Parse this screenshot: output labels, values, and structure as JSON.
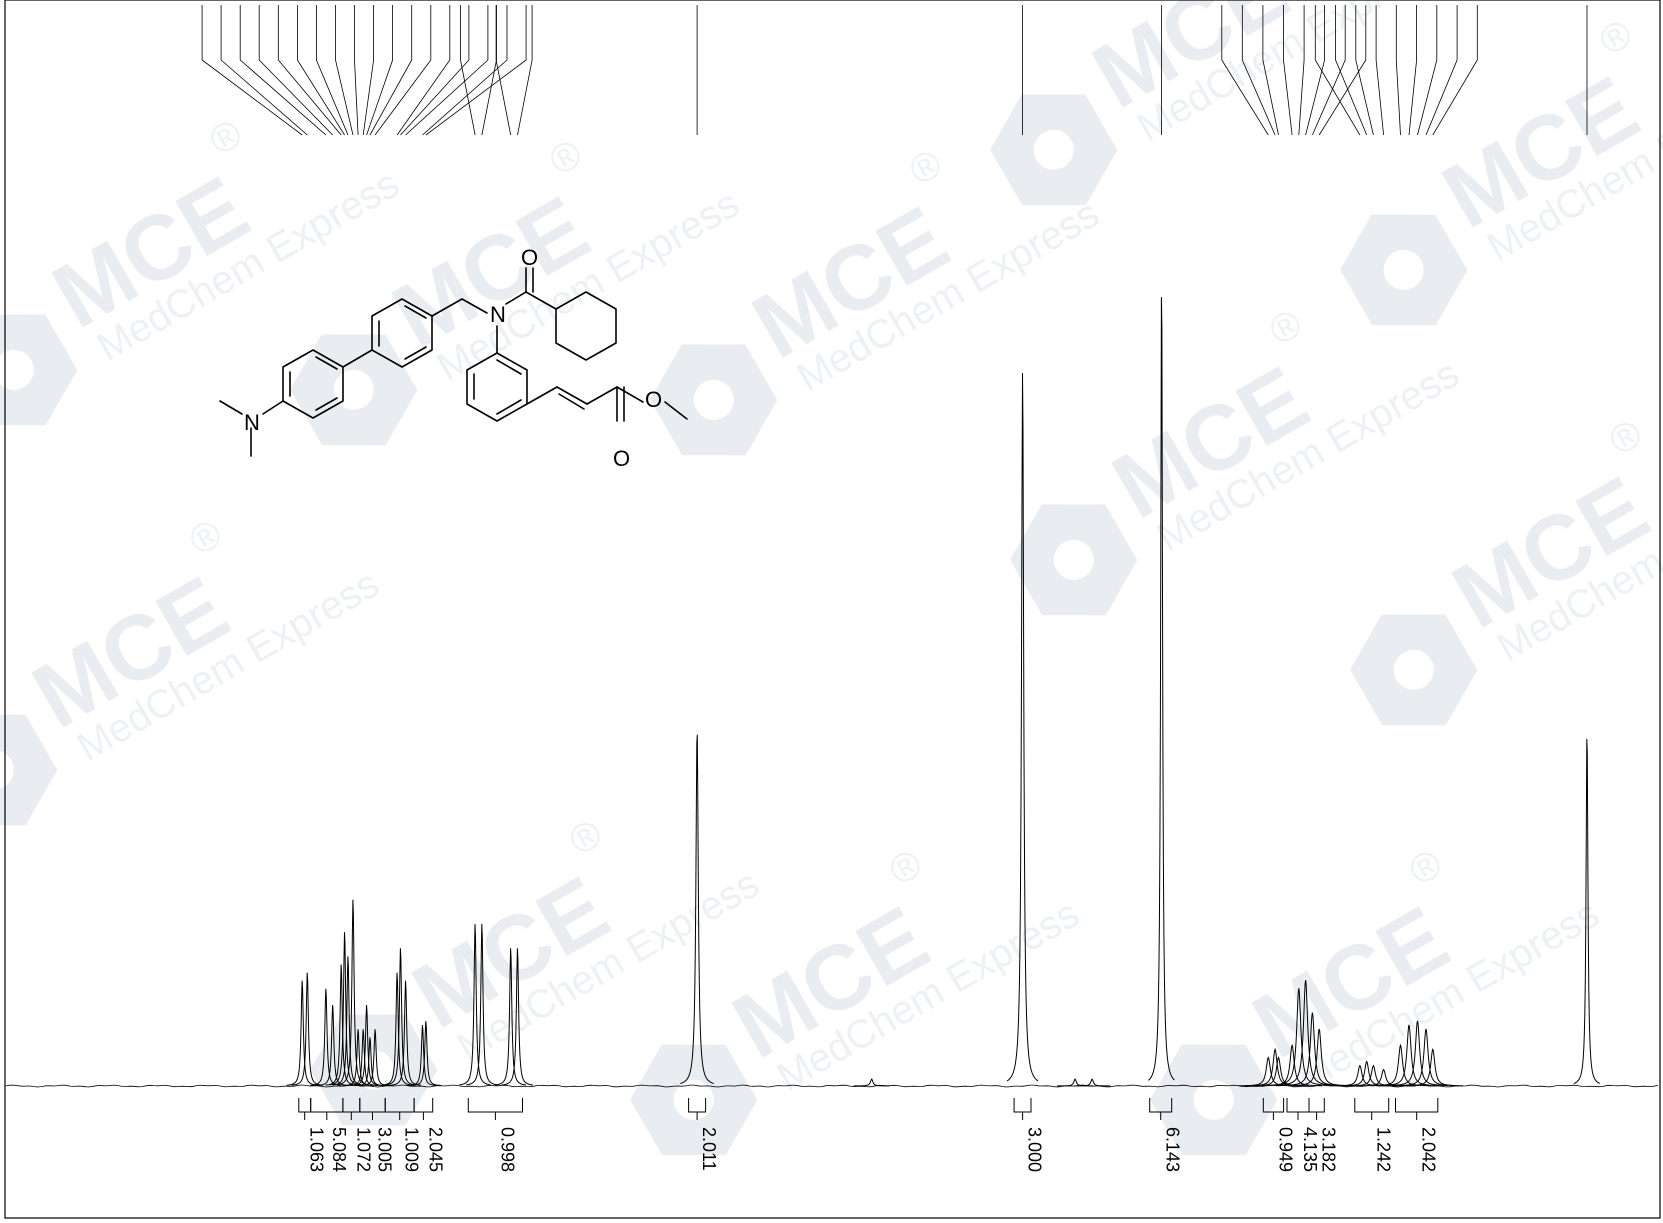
{
  "chart_data": {
    "type": "line",
    "title": "",
    "xlabel": "",
    "ylabel": "",
    "x_axis": {
      "reversed": true,
      "unit": "ppm",
      "tick_labels_shown": false
    },
    "grid": false,
    "legend": "none",
    "watermark": {
      "brand": "MCE",
      "sub": "MedChem Express",
      "mark": "®",
      "color": "#e9ecf1"
    },
    "structure_atoms": [
      "O",
      "N",
      "N",
      "O",
      "O"
    ],
    "peaks": [
      {
        "x": 0.0,
        "height": 0.44,
        "width": 2.2
      },
      {
        "x": 0.91,
        "height": 0.045,
        "width": 5
      },
      {
        "x": 0.95,
        "height": 0.07,
        "width": 5
      },
      {
        "x": 1.0,
        "height": 0.08,
        "width": 5
      },
      {
        "x": 1.05,
        "height": 0.075,
        "width": 5
      },
      {
        "x": 1.1,
        "height": 0.05,
        "width": 5
      },
      {
        "x": 1.2,
        "height": 0.02,
        "width": 5
      },
      {
        "x": 1.26,
        "height": 0.025,
        "width": 5
      },
      {
        "x": 1.3,
        "height": 0.03,
        "width": 5
      },
      {
        "x": 1.34,
        "height": 0.025,
        "width": 5
      },
      {
        "x": 1.58,
        "height": 0.07,
        "width": 5
      },
      {
        "x": 1.62,
        "height": 0.09,
        "width": 5
      },
      {
        "x": 1.66,
        "height": 0.13,
        "width": 5
      },
      {
        "x": 1.7,
        "height": 0.12,
        "width": 5
      },
      {
        "x": 1.74,
        "height": 0.05,
        "width": 5
      },
      {
        "x": 1.82,
        "height": 0.035,
        "width": 5
      },
      {
        "x": 1.84,
        "height": 0.045,
        "width": 5
      },
      {
        "x": 1.88,
        "height": 0.035,
        "width": 5
      },
      {
        "x": 2.51,
        "height": 1.0,
        "width": 2.2
      },
      {
        "x": 2.92,
        "height": 0.0085,
        "width": 3
      },
      {
        "x": 3.02,
        "height": 0.0085,
        "width": 3
      },
      {
        "x": 3.33,
        "height": 0.88,
        "width": 2.6
      },
      {
        "x": 4.22,
        "height": 0.0085,
        "width": 3
      },
      {
        "x": 5.25,
        "height": 0.44,
        "width": 2.8
      },
      {
        "x": 6.31,
        "height": 0.17,
        "width": 2.6
      },
      {
        "x": 6.35,
        "height": 0.17,
        "width": 2.6
      },
      {
        "x": 6.52,
        "height": 0.2,
        "width": 2.6
      },
      {
        "x": 6.56,
        "height": 0.2,
        "width": 2.6
      },
      {
        "x": 6.85,
        "height": 0.08,
        "width": 2.6
      },
      {
        "x": 6.87,
        "height": 0.075,
        "width": 2.6
      },
      {
        "x": 6.97,
        "height": 0.13,
        "width": 2.6
      },
      {
        "x": 7.0,
        "height": 0.17,
        "width": 2.6
      },
      {
        "x": 7.02,
        "height": 0.14,
        "width": 2.6
      },
      {
        "x": 7.15,
        "height": 0.07,
        "width": 2.6
      },
      {
        "x": 7.18,
        "height": 0.06,
        "width": 2.6
      },
      {
        "x": 7.2,
        "height": 0.1,
        "width": 2.6
      },
      {
        "x": 7.22,
        "height": 0.07,
        "width": 2.6
      },
      {
        "x": 7.25,
        "height": 0.07,
        "width": 2.6
      },
      {
        "x": 7.28,
        "height": 0.23,
        "width": 2.6
      },
      {
        "x": 7.31,
        "height": 0.16,
        "width": 2.6
      },
      {
        "x": 7.33,
        "height": 0.19,
        "width": 2.6
      },
      {
        "x": 7.35,
        "height": 0.15,
        "width": 2.6
      },
      {
        "x": 7.4,
        "height": 0.1,
        "width": 2.6
      },
      {
        "x": 7.44,
        "height": 0.12,
        "width": 2.6
      },
      {
        "x": 7.55,
        "height": 0.14,
        "width": 2.6
      },
      {
        "x": 7.58,
        "height": 0.13,
        "width": 2.6
      }
    ],
    "peak_picks": [
      0.0,
      0.91,
      0.95,
      1.0,
      1.05,
      1.1,
      1.2,
      1.26,
      1.3,
      1.34,
      1.58,
      1.62,
      1.66,
      1.7,
      1.74,
      1.82,
      1.84,
      1.88,
      2.51,
      3.33,
      5.25,
      6.31,
      6.35,
      6.52,
      6.56,
      6.85,
      6.87,
      6.97,
      7.0,
      7.02,
      7.15,
      7.18,
      7.2,
      7.22,
      7.25,
      7.28,
      7.31,
      7.33,
      7.35,
      7.4,
      7.44,
      7.55,
      7.58
    ],
    "integrals": [
      {
        "label": "1.063",
        "from": 7.6,
        "to": 7.53
      },
      {
        "label": "5.084",
        "from": 7.53,
        "to": 7.34
      },
      {
        "label": "1.072",
        "from": 7.34,
        "to": 7.24
      },
      {
        "label": "3.005",
        "from": 7.24,
        "to": 7.09
      },
      {
        "label": "1.009",
        "from": 7.09,
        "to": 6.92
      },
      {
        "label": "2.045",
        "from": 6.92,
        "to": 6.81
      },
      {
        "label": "0.998",
        "from": 6.6,
        "to": 6.28
      },
      {
        "label": "2.011",
        "from": 5.3,
        "to": 5.2
      },
      {
        "label": "3.000",
        "from": 3.38,
        "to": 3.28
      },
      {
        "label": "6.143",
        "from": 2.58,
        "to": 2.45
      },
      {
        "label": "0.949",
        "from": 1.91,
        "to": 1.79
      },
      {
        "label": "4.135",
        "from": 1.77,
        "to": 1.64
      },
      {
        "label": "3.182",
        "from": 1.64,
        "to": 1.55
      },
      {
        "label": "1.242",
        "from": 1.37,
        "to": 1.17
      },
      {
        "label": "2.042",
        "from": 1.13,
        "to": 0.88
      }
    ]
  }
}
